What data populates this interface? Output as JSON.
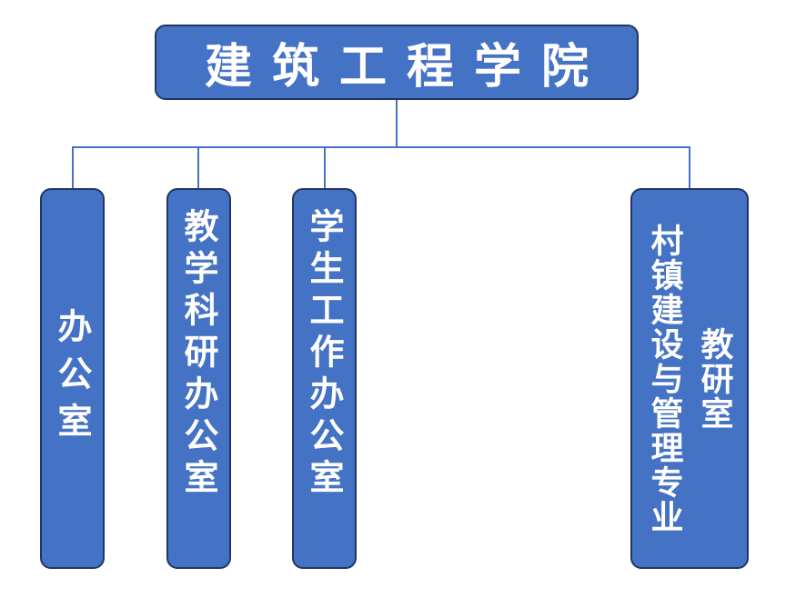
{
  "root": {
    "label": "建筑工程学院"
  },
  "departments": [
    {
      "label": "办公室"
    },
    {
      "label": "教学科研办公室"
    },
    {
      "label": "学生工作办公室"
    },
    {
      "label_line1": "村镇建设与管理专业",
      "label_line2": "教研室"
    }
  ],
  "colors": {
    "box_fill": "#4472C4",
    "box_border": "#1F3763",
    "connector": "#4472C4",
    "text": "#FFFFFF"
  }
}
